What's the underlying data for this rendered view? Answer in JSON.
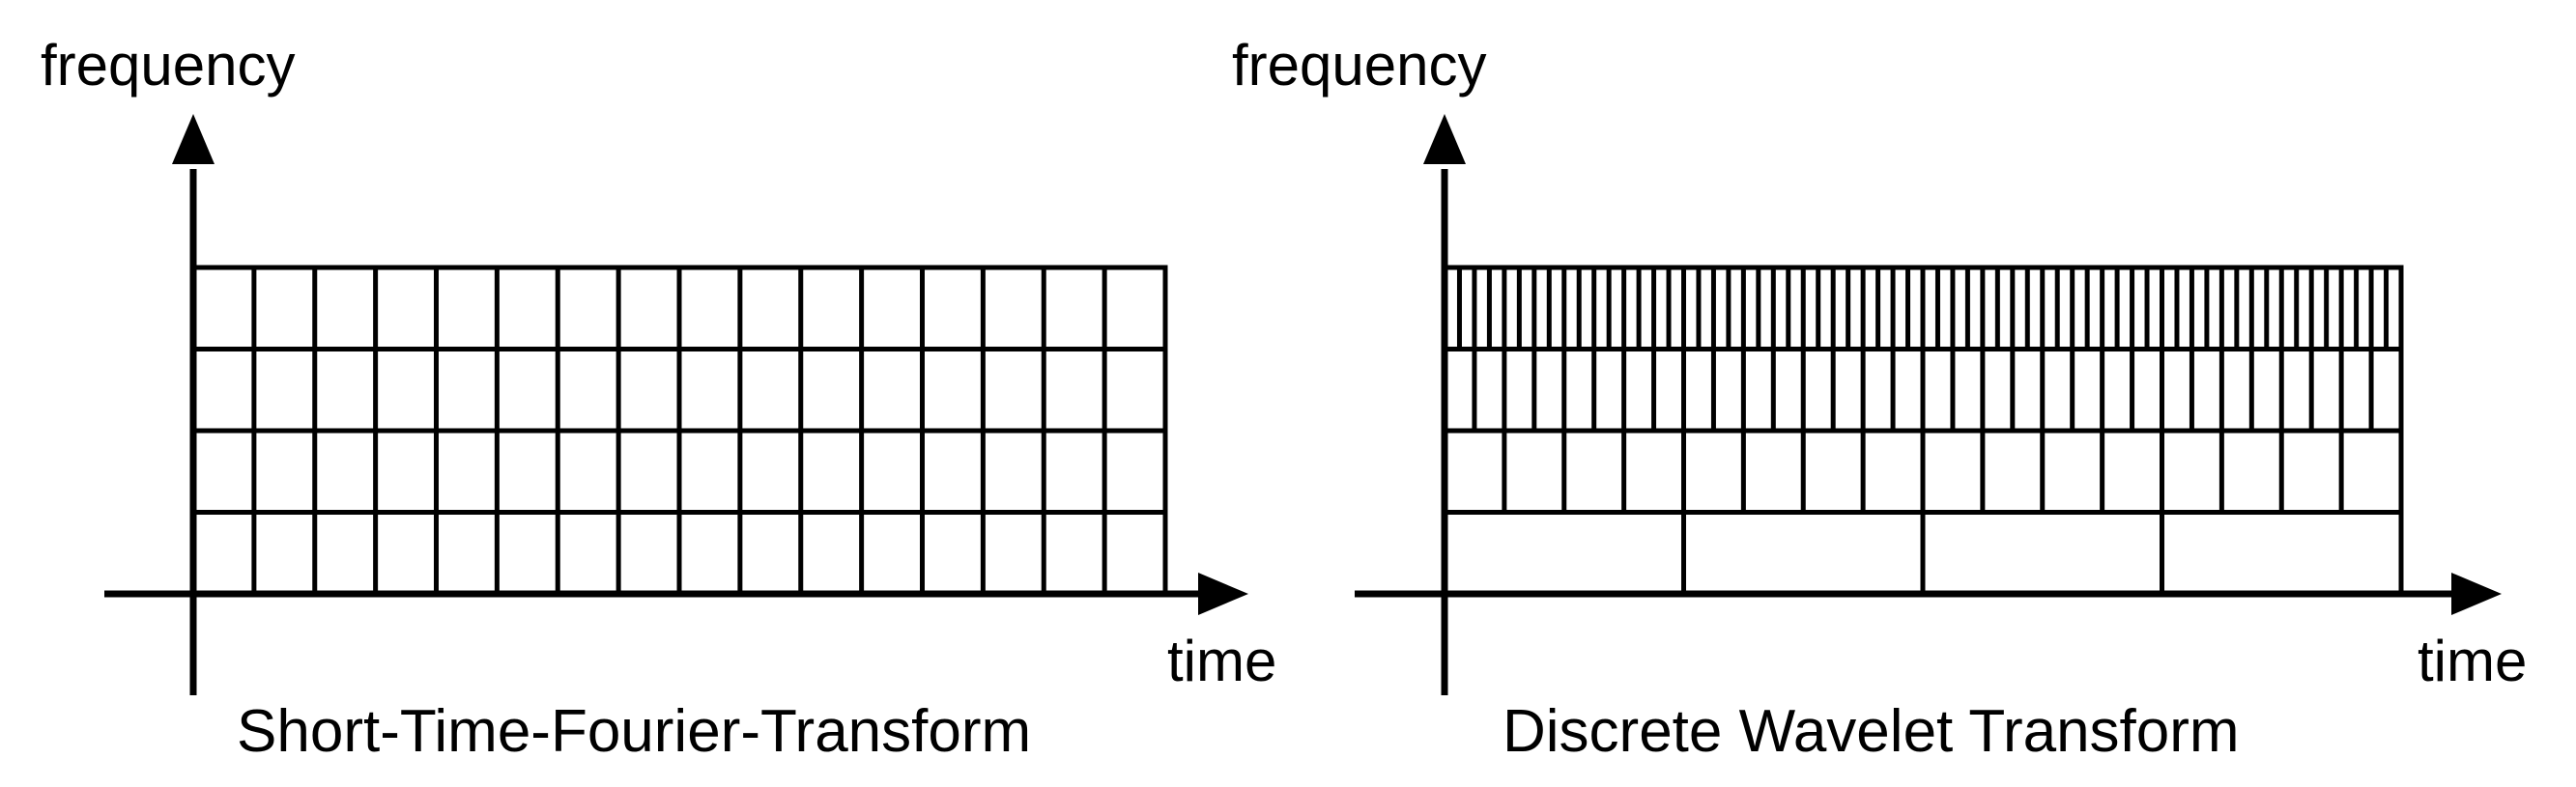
{
  "panels": [
    {
      "id": "stft",
      "y_label": "frequency",
      "x_label": "time",
      "caption": "Short-Time-Fourier-Transform",
      "rows_top_to_bottom": [
        16,
        16,
        16,
        16
      ]
    },
    {
      "id": "dwt",
      "y_label": "frequency",
      "x_label": "time",
      "caption": "Discrete Wavelet Transform",
      "rows_top_to_bottom": [
        64,
        32,
        16,
        4
      ]
    }
  ]
}
